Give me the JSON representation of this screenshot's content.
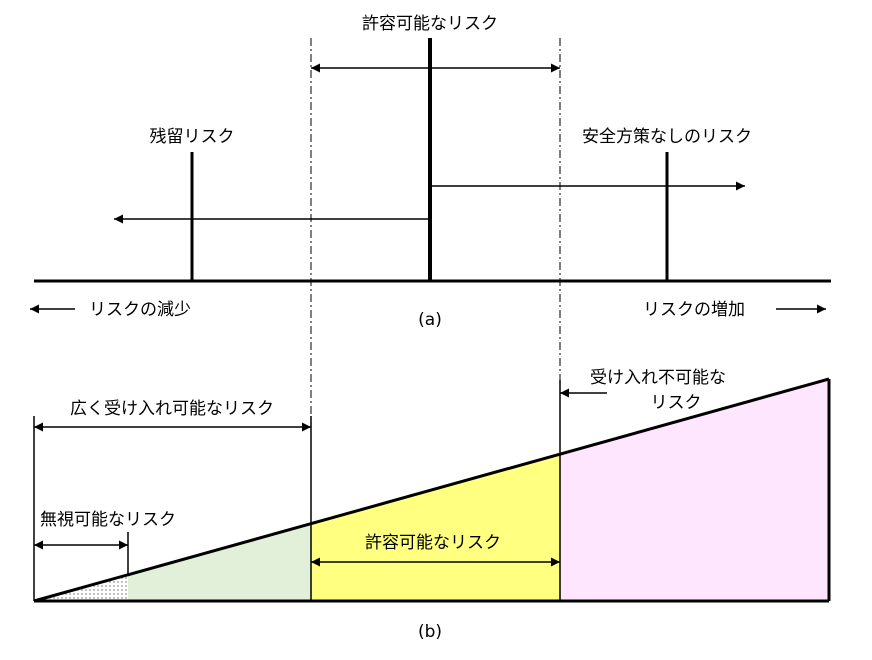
{
  "part_a": {
    "tolerable_risk": "許容可能なリスク",
    "residual_risk": "残留リスク",
    "risk_without_measures": "安全方策なしのリスク",
    "risk_decrease": "リスクの減少",
    "risk_increase": "リスクの増加",
    "caption": "(a)"
  },
  "part_b": {
    "broadly_acceptable_risk": "広く受け入れ可能なリスク",
    "negligible_risk": "無視可能なリスク",
    "tolerable_risk": "許容可能なリスク",
    "unacceptable_risk_line1": "受け入れ不可能な",
    "unacceptable_risk_line2": "リスク",
    "caption": "(b)"
  },
  "colors": {
    "negligible_fill": "#ffffff",
    "broadly_acceptable_fill": "#e2f0d9",
    "tolerable_fill": "#ffff80",
    "unacceptable_fill": "#ffe6ff",
    "line": "#000000"
  }
}
